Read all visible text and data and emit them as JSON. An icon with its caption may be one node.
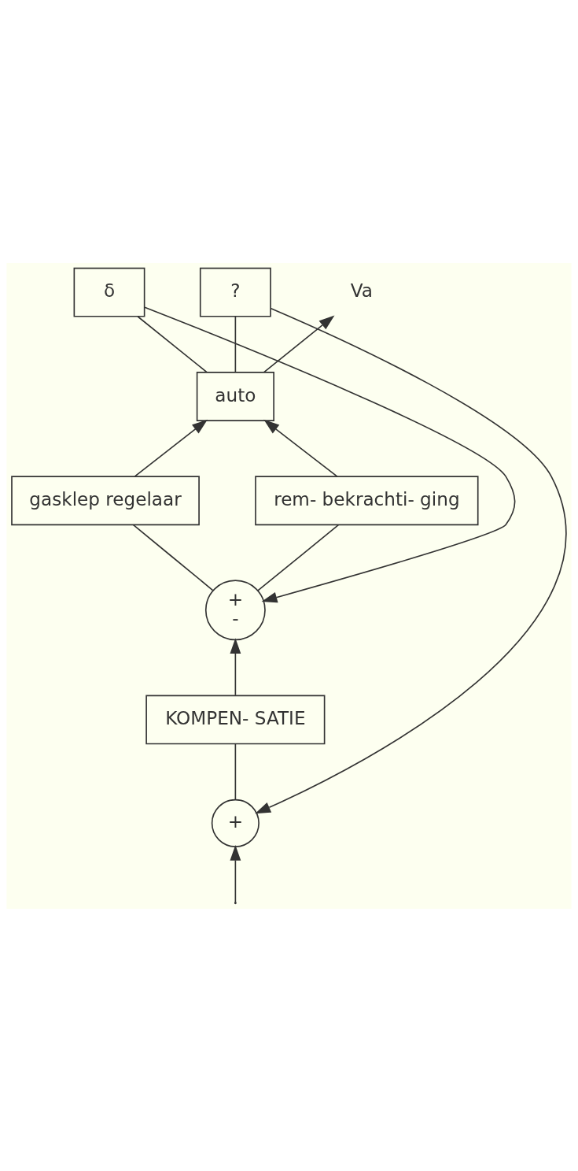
{
  "diagram": {
    "nodes": [
      {
        "text": [
          "+"
        ]
      },
      {
        "text": [
          "KOMPEN- SATIE"
        ]
      },
      {
        "text": [
          "+",
          "-"
        ]
      },
      {
        "text": [
          "gasklep regelaar"
        ]
      },
      {
        "text": [
          "rem- bekrachti- ging"
        ]
      },
      {
        "text": [
          "auto"
        ]
      },
      {
        "text": [
          "δ"
        ]
      },
      {
        "text": [
          "?"
        ]
      },
      {
        "text": [
          "Va"
        ]
      }
    ],
    "edges": [
      {
        "from": null,
        "to": 0,
        "arrow": "to"
      },
      {
        "from": 0,
        "to": 1,
        "arrow": "none"
      },
      {
        "from": 1,
        "to": 2,
        "arrow": "to"
      },
      {
        "from": 2,
        "to": 3,
        "arrow": "none"
      },
      {
        "from": 2,
        "to": 4,
        "arrow": "none"
      },
      {
        "from": 3,
        "to": 5,
        "arrow": "to"
      },
      {
        "from": 4,
        "to": 5,
        "arrow": "to"
      },
      {
        "from": 5,
        "to": 8,
        "arrow": "to"
      },
      {
        "from": 5,
        "to": 6,
        "arrow": "none"
      },
      {
        "from": 6,
        "to": 2,
        "arrow": "to"
      },
      {
        "from": 5,
        "to": 7,
        "arrow": "none"
      },
      {
        "from": 7,
        "to": 0,
        "arrow": "to"
      }
    ]
  }
}
